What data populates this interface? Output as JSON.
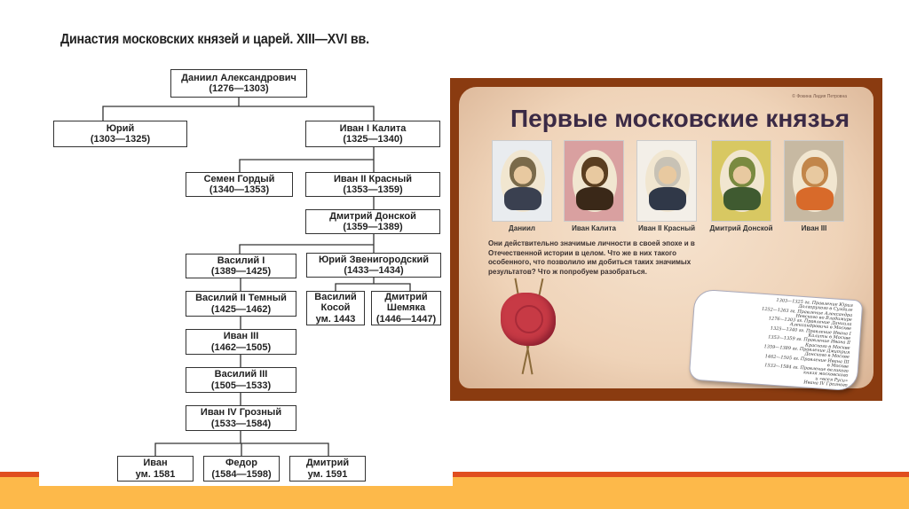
{
  "left_panel": {
    "title": "Династия московских князей и царей. XIII—XVI вв.",
    "nodes": [
      {
        "name": "Даниил Александрович",
        "years": "(1276—1303)"
      },
      {
        "name": "Юрий",
        "years": "(1303—1325)"
      },
      {
        "name": "Иван I Калита",
        "years": "(1325—1340)"
      },
      {
        "name": "Семен Гордый",
        "years": "(1340—1353)"
      },
      {
        "name": "Иван II Красный",
        "years": "(1353—1359)"
      },
      {
        "name": "Дмитрий Донской",
        "years": "(1359—1389)"
      },
      {
        "name": "Василий I",
        "years": "(1389—1425)"
      },
      {
        "name": "Юрий Звенигородский",
        "years": "(1433—1434)"
      },
      {
        "name": "Василий II Темный",
        "years": "(1425—1462)"
      },
      {
        "name": "Василий",
        "name2": "Косой",
        "years": "ум. 1443"
      },
      {
        "name": "Дмитрий",
        "name2": "Шемяка",
        "years": "(1446—1447)"
      },
      {
        "name": "Иван III",
        "years": "(1462—1505)"
      },
      {
        "name": "Василий III",
        "years": "(1505—1533)"
      },
      {
        "name": "Иван IV Грозный",
        "years": "(1533—1584)"
      },
      {
        "name": "Иван",
        "years": "ум. 1581"
      },
      {
        "name": "Федор",
        "years": "(1584—1598)"
      },
      {
        "name": "Дмитрий",
        "years": "ум. 1591"
      }
    ]
  },
  "right_panel": {
    "title": "Первые московские князья",
    "credit": "© Фокина Лидия Петровна",
    "portraits": [
      "Даниил",
      "Иван Калита",
      "Иван II Красный",
      "Дмитрий Донской",
      "Иван III"
    ],
    "paragraph": "Они действительно значимые личности в своей эпохе и в Отечественной истории в целом.  Что же в них такого особенного, что позволило им добиться таких значимых результатов? Что ж попробуем разобраться.",
    "scroll_lines": [
      "1303—1325 гг. Правление Юрия",
      "Долгорукого в Суздале",
      "1252—1263 гг. Правление Александра",
      "Невского во Владимире",
      "1276—1303 гг. Правление Даниила",
      "Александровича в Москве",
      "1325—1340 гг. Правление Ивана I",
      "Калиты в Москве",
      "1353—1359 гг. Правление Ивана II",
      "Красного в Москве",
      "1359—1389 гг. Правление Дмитрия",
      "Донского в Москве",
      "1462—1505 гг. Правление Ивана III",
      "в Москве",
      "1533—1584 гг. Правление великого",
      "князя московского",
      "и «всея Руси»",
      "Ивана IV Грозного"
    ]
  },
  "colors": {
    "accent_red": "#e04e1f",
    "accent_orange": "#fdb94a",
    "frame_brown": "#8a3b10"
  }
}
